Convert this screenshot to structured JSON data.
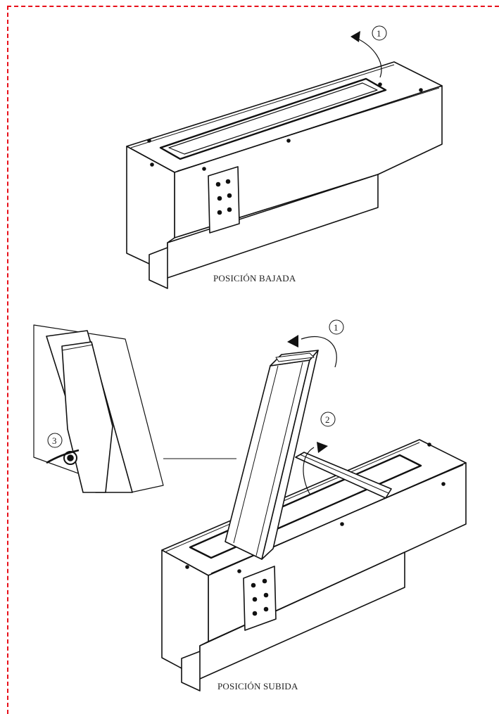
{
  "figure": {
    "top": {
      "caption": "POSICIÓN BAJADA",
      "step_labels": [
        "1"
      ]
    },
    "bottom": {
      "caption": "POSICIÓN SUBIDA",
      "step_labels": [
        "1",
        "2"
      ]
    },
    "detail": {
      "step_labels": [
        "3"
      ]
    }
  },
  "colors": {
    "frame_border": "#e8101a",
    "line": "#111111"
  }
}
